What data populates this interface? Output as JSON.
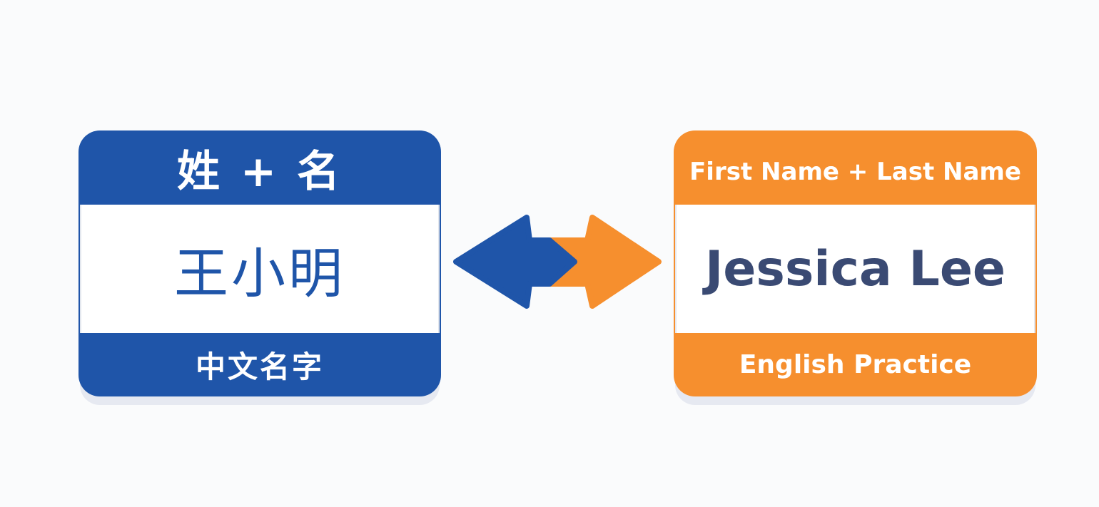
{
  "left_card": {
    "header": "姓 + 名",
    "name": "王小明",
    "footer": "中文名字",
    "color": "#1f55a9"
  },
  "right_card": {
    "header": "First Name + Last Name",
    "name": "Jessica Lee",
    "footer": "English Practice",
    "color": "#f68f2e"
  },
  "connector": {
    "icon": "bidirectional-arrow-icon"
  }
}
